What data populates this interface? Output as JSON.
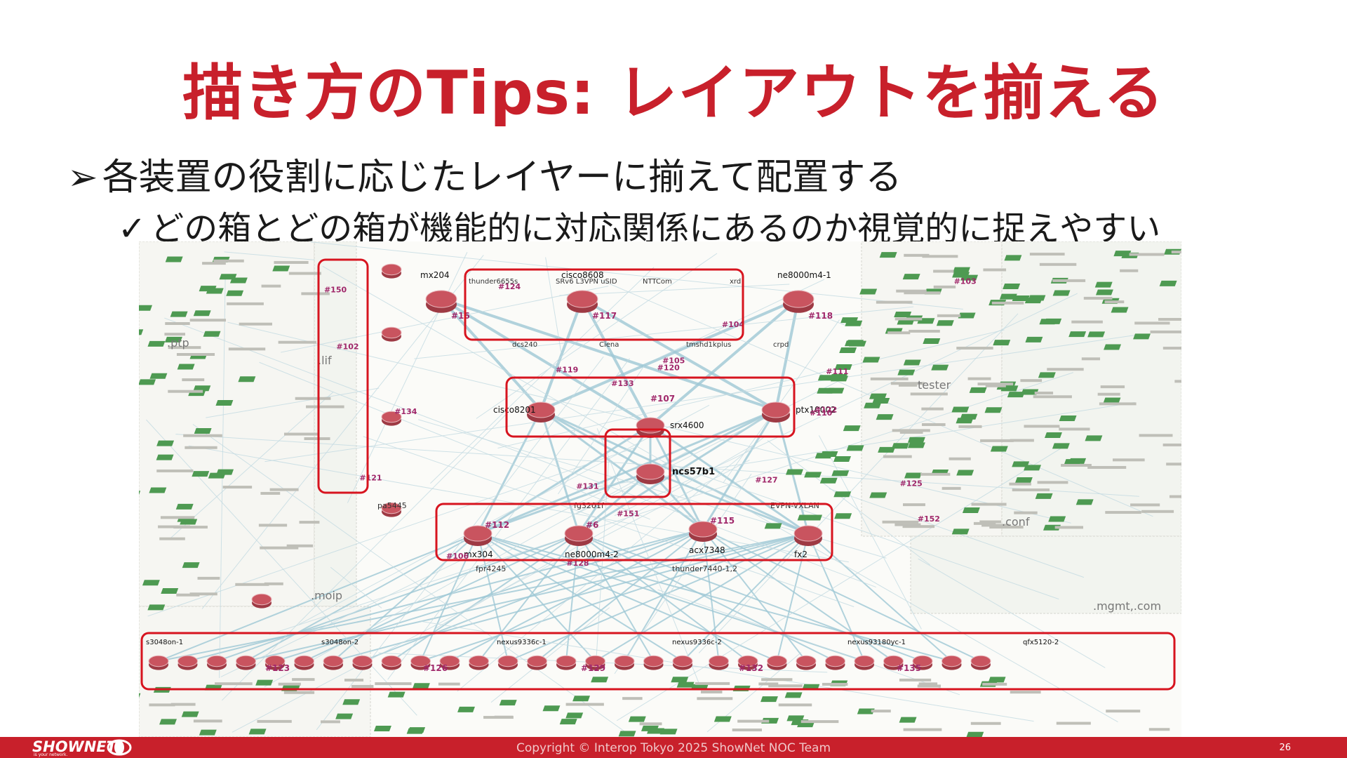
{
  "title": "描き方のTips: レイアウトを揃える",
  "bullets": {
    "level1_marker": "➢",
    "level1_text": "各装置の役割に応じたレイヤーに揃えて配置する",
    "level2_marker": "✓",
    "level2_text": "どの箱とどの箱が機能的に対応関係にあるのか視覚的に捉えやすい"
  },
  "diagram": {
    "highlight_color": "#d7141f",
    "router_color": "#c9545f",
    "switch_color": "#4e9a52",
    "link_color": "#9fc9d6",
    "core_routers": [
      {
        "name": "mx204",
        "link": "#16"
      },
      {
        "name": "cisco8608",
        "link": "#117"
      },
      {
        "name": "ne8000m4-1",
        "link": "#118"
      }
    ],
    "core_labels": [
      "thunder6655s",
      "dcs240",
      "SRv6 L3VPN uSID",
      "Ciena",
      "NTTCom",
      "tmshd1kplus",
      "xrd",
      "crpd"
    ],
    "mid_routers": [
      {
        "name": "cisco8201",
        "link": ""
      },
      {
        "name": "srx4600",
        "link": "#107"
      },
      {
        "name": "ptx10002",
        "link": ""
      }
    ],
    "center_router": "ncs57b1",
    "agg_routers": [
      {
        "name": "mx304",
        "link": "#112"
      },
      {
        "name": "ne8000m4-2",
        "link": "#6"
      },
      {
        "name": "acx7348",
        "link": "#115"
      },
      {
        "name": "fx2",
        "link": ""
      }
    ],
    "agg_labels": [
      "pa5445",
      "fpr4245",
      "fg3201f",
      "thunder7440-1,2",
      "EVPN-VXLAN"
    ],
    "access_switches": [
      "#123",
      "#126",
      "#129",
      "#132",
      "#135"
    ],
    "access_labels": [
      "s3048on-1",
      "s3048on-2",
      "nexus9336c-1",
      "nexus9336c-2",
      "nexus93180yc-1",
      "qfx5120-2"
    ],
    "side_labels": [
      ".ptp",
      ".lif",
      ".moip",
      "tester",
      ".conf",
      ".mgmt,.com"
    ],
    "links": [
      "#102",
      "#103",
      "#104",
      "#105",
      "#106",
      "#110",
      "#111",
      "#119",
      "#120",
      "#121",
      "#122",
      "#124",
      "#125",
      "#127",
      "#128",
      "#131",
      "#133",
      "#134",
      "#150",
      "#151",
      "#152"
    ]
  },
  "footer": {
    "brand": "SHOWNET",
    "tagline": "is your network.",
    "copyright": "Copyright © Interop Tokyo 2025 ShowNet NOC Team",
    "page": "26"
  }
}
